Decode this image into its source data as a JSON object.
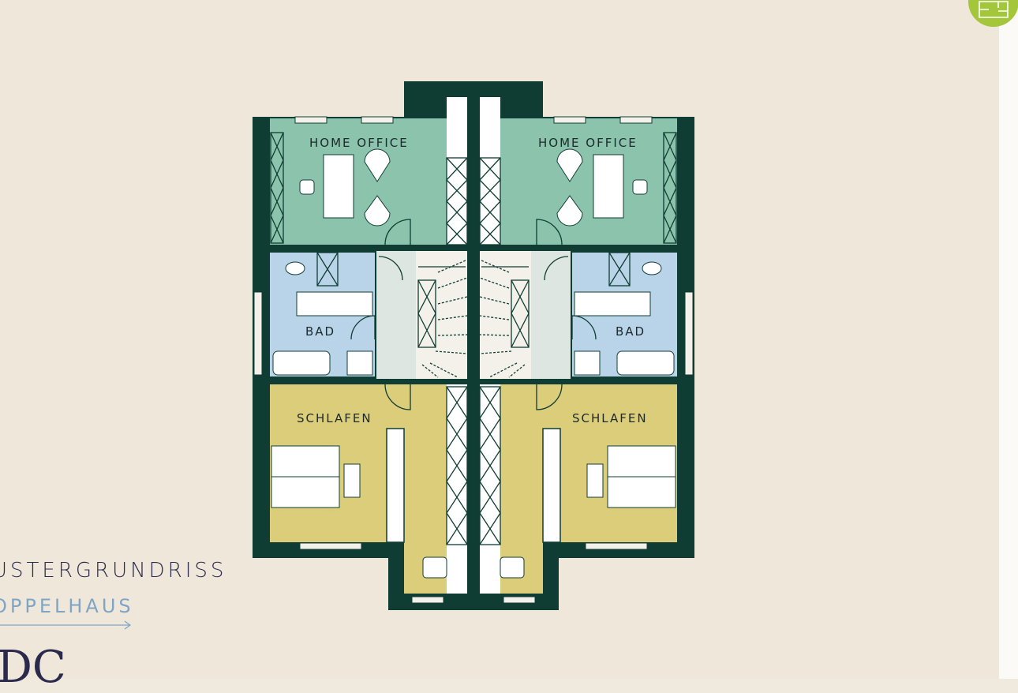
{
  "title": "USTERGRUNDRISS",
  "subtitle": "OPPELHAUS",
  "logo_text": "DC",
  "rooms": {
    "left_office": "HOME OFFICE",
    "right_office": "HOME OFFICE",
    "left_bath": "BAD",
    "right_bath": "BAD",
    "left_bedroom": "SCHLAFEN",
    "right_bedroom": "SCHLAFEN"
  },
  "floorplan_button_icon": "floorplan-icon",
  "colors": {
    "wall": "#0f3d33",
    "office": "#8cc3ad",
    "bath": "#b9d4e8",
    "hall": "#dde6e0",
    "bedroom": "#dccd7a",
    "accent": "#a4c63a",
    "title": "#2b2a4c",
    "subtitle": "#7ea5c6"
  }
}
